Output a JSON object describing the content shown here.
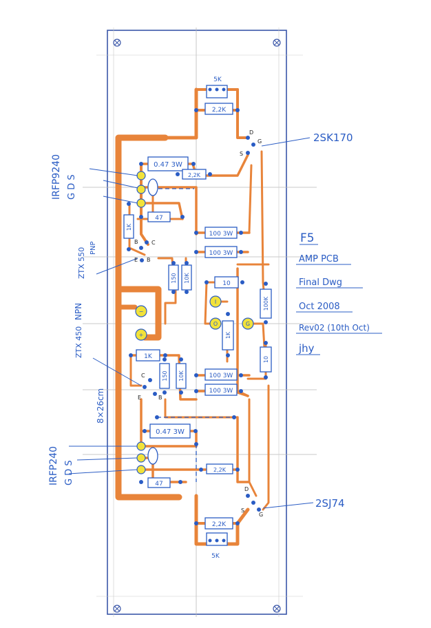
{
  "notes": {
    "title_f5": "F5",
    "amp_pcb": "AMP PCB",
    "final_dwg": "Final Dwg",
    "date": "Oct 2008",
    "rev": "Rev02 (10th Oct)",
    "author": "jhy",
    "board_size": "8×26cm"
  },
  "device_labels": {
    "jfet_top": "2SK170",
    "jfet_bottom": "2SJ74",
    "mosfet_top": "IRFP9240",
    "mosfet_bottom": "IRFP240",
    "gds": "G D S",
    "pnp_label": "ZTX 550",
    "pnp_type": "PNP",
    "npn_label": "ZTX 450",
    "npn_type": "NPN"
  },
  "components": {
    "pot_5k": "5K",
    "r_2k2": "2,2K",
    "r_047_3w": "0.47 3W",
    "r_47": "47",
    "r_1k": "1K",
    "r_100_3w": "100 3W",
    "r_150": "150",
    "r_10k": "10K",
    "r_10": "10",
    "r_100k": "100K"
  },
  "pins": {
    "d": "D",
    "g": "G",
    "s": "S",
    "e": "E",
    "b": "B",
    "c": "C"
  },
  "colors": {
    "trace": "#e8843a",
    "ink": "#2a5cc4",
    "pad": "#f2e23a",
    "outline": "#3a56a8"
  }
}
